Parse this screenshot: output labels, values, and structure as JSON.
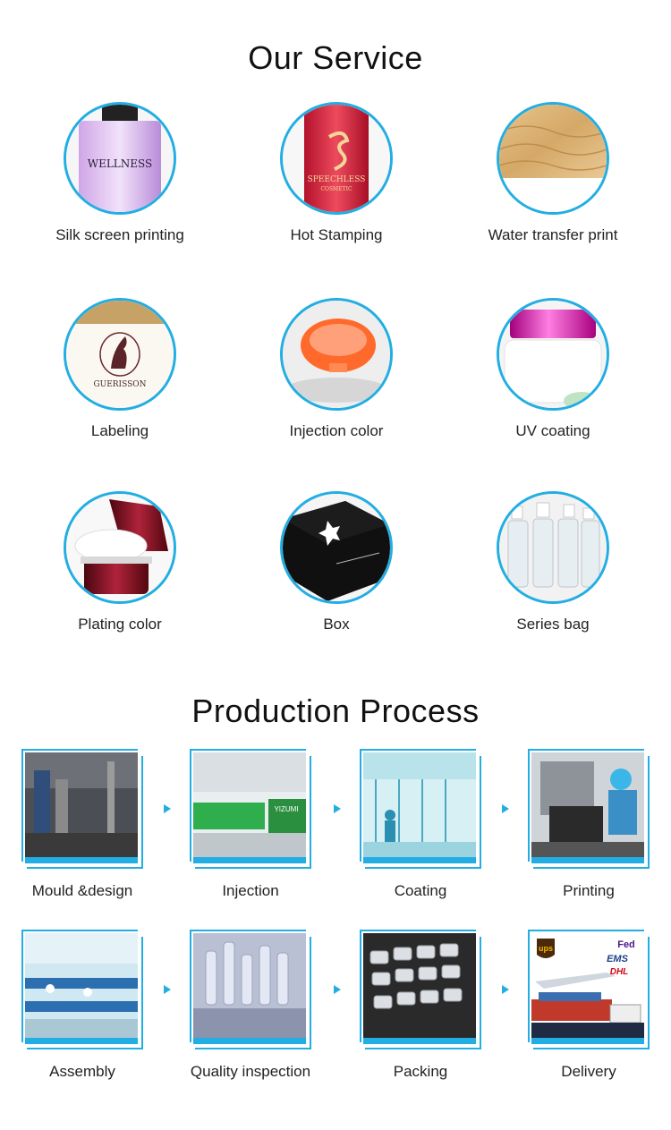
{
  "service": {
    "title": "Our Service",
    "items": [
      {
        "label": "Silk screen printing",
        "logo_text": "WELLNESS"
      },
      {
        "label": "Hot Stamping",
        "logo_text": "SPEECHLESS",
        "logo_sub": "COSMETIC"
      },
      {
        "label": "Water transfer print"
      },
      {
        "label": "Labeling",
        "logo_text": "GUERISSON"
      },
      {
        "label": "Injection color"
      },
      {
        "label": "UV coating"
      },
      {
        "label": "Plating color"
      },
      {
        "label": "Box"
      },
      {
        "label": "Series bag"
      }
    ]
  },
  "process": {
    "title": "Production Process",
    "steps": [
      {
        "label": "Mould &design"
      },
      {
        "label": "Injection",
        "sign_text": "YIZUMI"
      },
      {
        "label": "Coating"
      },
      {
        "label": "Printing"
      },
      {
        "label": "Assembly"
      },
      {
        "label": "Quality inspection"
      },
      {
        "label": "Packing"
      },
      {
        "label": "Delivery",
        "logo_ups": "ups",
        "logo_fedex": "Fed",
        "logo_ems": "EMS",
        "logo_dhl": "DHL"
      }
    ]
  },
  "colors": {
    "accent": "#22aee3",
    "text": "#222222"
  }
}
